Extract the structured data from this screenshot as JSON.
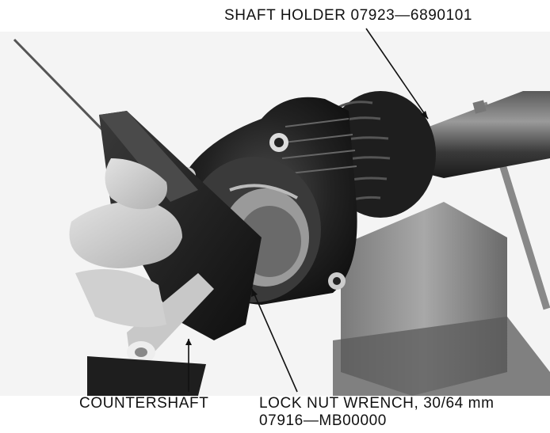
{
  "labels": {
    "shaft_holder": "SHAFT HOLDER 07923—6890101",
    "countershaft": "COUNTERSHAFT",
    "lock_nut_wrench": "LOCK NUT WRENCH, 30/64 mm",
    "lock_nut_wrench_part": "07916—MB00000"
  },
  "colors": {
    "background": "#ffffff",
    "text": "#111111"
  }
}
